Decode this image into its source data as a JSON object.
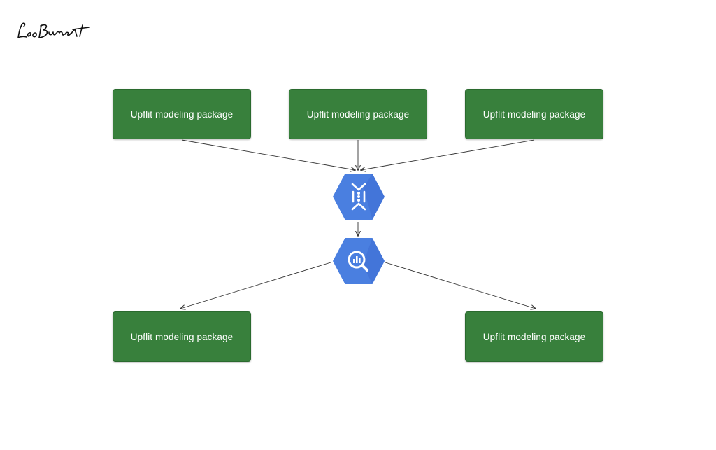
{
  "colors": {
    "box_fill": "#38803c",
    "hex_fill": "#4a7fe0",
    "hex_shadow": "#3b6bd0",
    "connector": "#333333"
  },
  "nodes": {
    "top_left": {
      "label": "Upflit modeling package"
    },
    "top_center": {
      "label": "Upflit modeling package"
    },
    "top_right": {
      "label": "Upflit modeling package"
    },
    "bottom_left": {
      "label": "Upflit modeling package"
    },
    "bottom_right": {
      "label": "Upflit modeling package"
    }
  },
  "icons": {
    "processing": "dataflow-icon",
    "analytics": "bigquery-icon",
    "logo": "signature-logo"
  },
  "logo_text": "Leo Burnett",
  "edges": [
    {
      "from": "top_left",
      "to": "processing"
    },
    {
      "from": "top_center",
      "to": "processing"
    },
    {
      "from": "top_right",
      "to": "processing"
    },
    {
      "from": "processing",
      "to": "analytics"
    },
    {
      "from": "analytics",
      "to": "bottom_left"
    },
    {
      "from": "analytics",
      "to": "bottom_right"
    }
  ]
}
